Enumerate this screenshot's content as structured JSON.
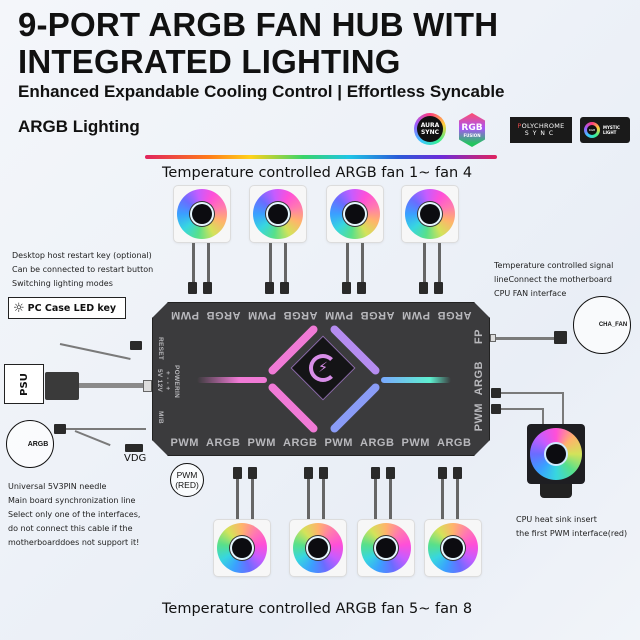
{
  "header": {
    "title": "9-PORT ARGB FAN HUB WITH INTEGRATED LIGHTING",
    "subtitle": "Enhanced Expandable Cooling Control | Effortless Syncable",
    "section": "ARGB Lighting"
  },
  "logos": {
    "aura": {
      "line1": "AURA",
      "line2": "SYNC"
    },
    "fusion": {
      "line1": "RGB",
      "line2": "FUSION"
    },
    "polychrome": {
      "first": "P",
      "rest": "OLYCHROME",
      "sync": "SYNC"
    },
    "mystic": {
      "ring": "RGB",
      "line1": "MYSTIC",
      "line2": "LIGHT"
    }
  },
  "fan_groups": {
    "top_label": "Temperature controlled ARGB fan 1~ fan 4",
    "bottom_label": "Temperature controlled ARGB fan 5~ fan 8"
  },
  "hub": {
    "top_ports": [
      "PWM",
      "ARGB",
      "PWM",
      "ARGB",
      "PWM",
      "ARGB",
      "PWM",
      "ARGB"
    ],
    "bottom_ports": [
      "PWM",
      "ARGB",
      "PWM",
      "ARGB",
      "PWM",
      "ARGB",
      "PWM",
      "ARGB"
    ],
    "left_labels": {
      "reset": "RESET",
      "power": "POWERIN",
      "power_pins": "+ - - +",
      "power_volts": "5V  12V",
      "mb": "M/B"
    },
    "right_labels": [
      "FP",
      "ARGB",
      "PWM"
    ],
    "center_icon": "lightning-c-logo"
  },
  "annotations": {
    "restart": [
      "Desktop host restart key (optional)",
      "Can be connected to restart button",
      "Switching lighting modes"
    ],
    "led_key": "PC Case LED key",
    "led_key_icon": "☼",
    "psu": "PSU",
    "argb_callout": "ARGB",
    "vdg": "VDG",
    "sync_line": [
      "Universal 5V3PIN needle",
      "Main board synchronization line",
      "Select only one of the interfaces,",
      "do not connect this cable if the",
      "motherboarddoes not support it!"
    ],
    "pwm_red": {
      "line1": "PWM",
      "line2": "(RED)"
    },
    "cpu_fan_signal": [
      "Temperature controlled signal",
      "lineConnect the motherboard",
      "CPU FAN interface"
    ],
    "cha_fan": "CHA_FAN",
    "cpu_heatsink": [
      "CPU heat sink insert",
      "the first PWM interface(red)"
    ]
  },
  "colors": {
    "hub_body": "#3b3b3d",
    "glow_pink": "#f07ad6",
    "glow_violet": "#b58cf0",
    "glow_blue": "#7aa8ff",
    "glow_cyan": "#5ef0d0"
  }
}
